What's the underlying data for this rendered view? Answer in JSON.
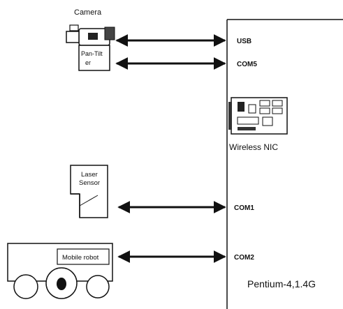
{
  "camera": {
    "label": "Camera",
    "pantilt_label": "Pan-Tilt",
    "pantilt_sub": "er"
  },
  "ports": {
    "usb": "USB",
    "com5": "COM5",
    "com1": "COM1",
    "com2": "COM2"
  },
  "nic": {
    "label": "Wireless NIC"
  },
  "laser": {
    "line1": "Laser",
    "line2": "Sensor"
  },
  "robot": {
    "label": "Mobile robot"
  },
  "pc": {
    "label": "Pentium-4,1.4G"
  },
  "colors": {
    "line": "#111111",
    "background": "#ffffff"
  }
}
